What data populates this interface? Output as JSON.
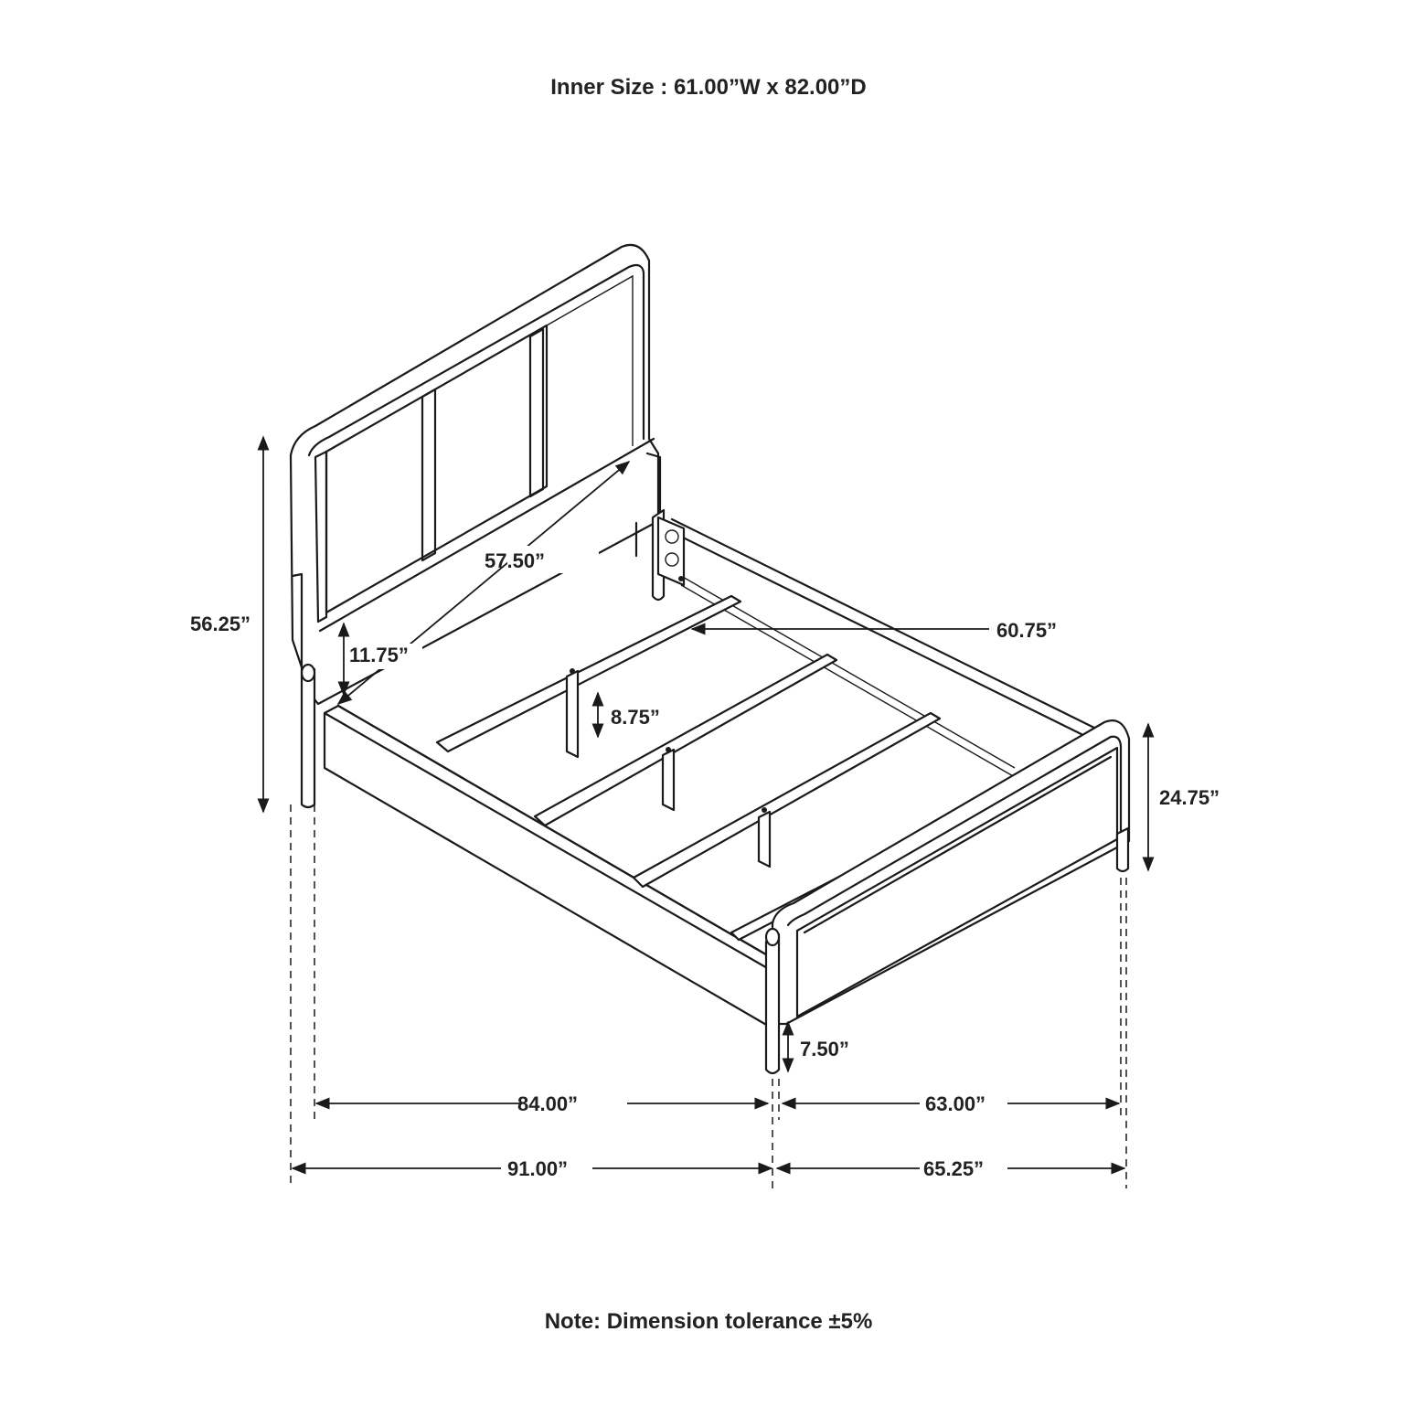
{
  "inner_size": "Inner Size : 61.00”W x 82.00”D",
  "note": "Note: Dimension tolerance ±5%",
  "dimensions": {
    "total_height": "56.25”",
    "headboard_width": "57.50”",
    "headboard_clearance": "11.75”",
    "slat_width": "60.75”",
    "support_leg": "8.75”",
    "footboard_height": "24.75”",
    "foot_clearance": "7.50”",
    "inner_length": "84.00”",
    "inner_width": "63.00”",
    "overall_length": "91.00”",
    "overall_width": "65.25”"
  }
}
